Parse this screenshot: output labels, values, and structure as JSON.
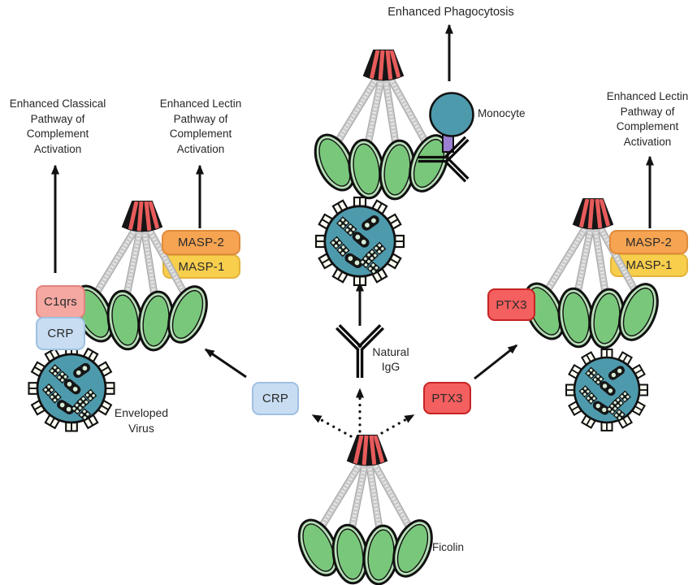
{
  "texts": {
    "phagocytosis": {
      "label": "Enhanced Phagocytosis"
    },
    "classical": {
      "lines": [
        "Enhanced Classical",
        "Pathway of",
        "Complement",
        "Activation"
      ]
    },
    "lectin_left": {
      "lines": [
        "Enhanced Lectin",
        "Pathway of",
        "Complement",
        "Activation"
      ]
    },
    "lectin_right": {
      "lines": [
        "Enhanced Lectin",
        "Pathway of",
        "Complement",
        "Activation"
      ]
    },
    "monocyte": {
      "label": "Monocyte"
    },
    "natural_igg": {
      "lines": [
        "Natural",
        "IgG"
      ]
    },
    "enveloped_virus": {
      "lines": [
        "Enveloped",
        "Virus"
      ]
    },
    "ficolin": {
      "label": "Ficolin"
    }
  },
  "boxes": {
    "c1qrs": "C1qrs",
    "crp_left": "CRP",
    "masp2_left": "MASP-2",
    "masp1_left": "MASP-1",
    "crp_mid": "CRP",
    "ptx3_mid": "PTX3",
    "masp2_right": "MASP-2",
    "masp1_right": "MASP-1",
    "ptx3_right": "PTX3"
  },
  "colors": {
    "text": "#262626",
    "arrow": "#111111",
    "green": "#79c77b",
    "green_ring": "#b9e0b9",
    "teal": "#4e9aad",
    "red_stripe": "#e85b5b",
    "cone": "#151515",
    "stalk": "#cacaca",
    "stalk_dot": "#f0f0f0",
    "masp2_fill": "#f6a452",
    "masp2_border": "#e08a3a",
    "masp1_fill": "#f8ce4d",
    "masp1_border": "#e3b33c",
    "c1qrs_fill": "#f4a8a1",
    "c1qrs_border": "#e2837d",
    "crp_fill": "#c8ddf2",
    "crp_border": "#9fc0e2",
    "ptx3_fill": "#f45f5f",
    "ptx3_border": "#c62424",
    "purple": "#9b7fd0"
  }
}
